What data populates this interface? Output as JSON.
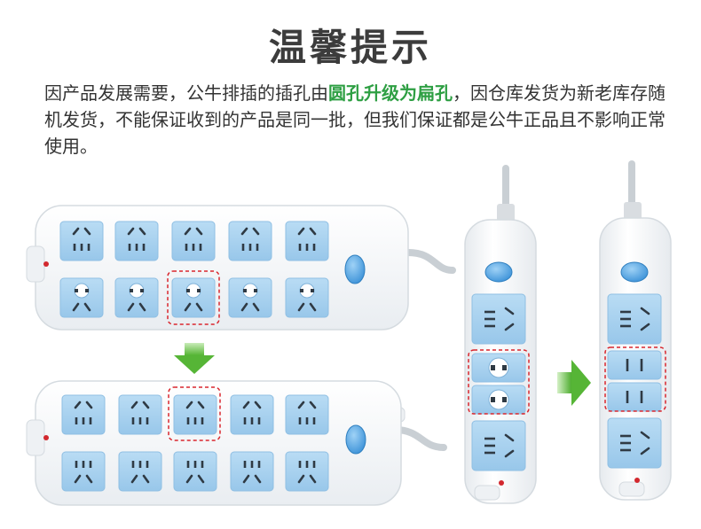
{
  "title": "温馨提示",
  "description": {
    "part1": "因产品发展需要，公牛排插的插孔由",
    "highlight": "圆孔升级为扁孔",
    "part2": "，因仓库发货为新老库存随机发货，不能保证收到的产品是同一批，但我们保证都是公牛正品且不影响正常使用。"
  },
  "colors": {
    "highlight": "#2e9f43",
    "title": "#3c3c3c",
    "socket": "#a9d3ef",
    "switch": "#5aaee8",
    "arrow": "#6cc24a",
    "dashed_box": "#d9272e"
  },
  "icons": {
    "arrow_down": "arrow-down-icon",
    "arrow_right": "arrow-right-icon"
  }
}
